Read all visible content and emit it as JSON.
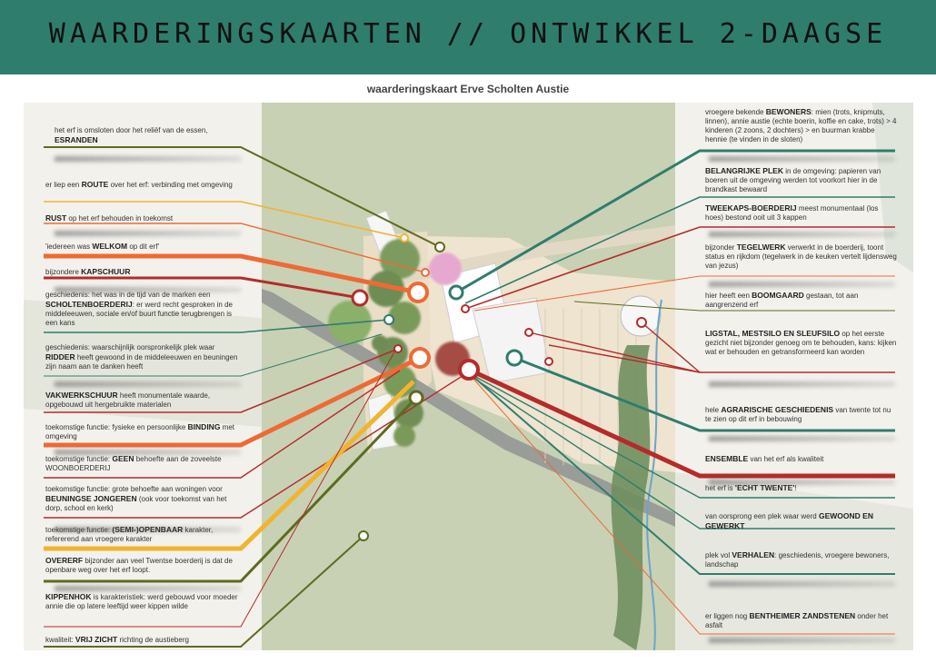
{
  "title": "WAARDERINGSKAARTEN // ONTWIKKEL 2-DAAGSE",
  "subtitle": "waarderingskaart Erve Scholten Austie",
  "colors": {
    "header_bg": "#2f7d6d",
    "olive": "#5e6b1f",
    "yellow": "#f1b430",
    "orange": "#ee6a35",
    "red": "#b52b2b",
    "teal": "#2f7d6d"
  },
  "labels_left": [
    {
      "pre": "het erf is omsloten door het reliëf van de essen,",
      "kw": "ESRANDEN",
      "post": "",
      "color": "olive"
    },
    {
      "pre": "er liep een",
      "kw": "ROUTE",
      "post": "over het erf: verbinding met omgeving",
      "color": "yellow"
    },
    {
      "pre": "",
      "kw": "RUST",
      "post": "op het erf behouden in toekomst",
      "color": "orange"
    },
    {
      "pre": "'iedereen was",
      "kw": "WELKOM",
      "post": "op dit erf'",
      "color": "orange"
    },
    {
      "pre": "bijzondere",
      "kw": "KAPSCHUUR",
      "post": "",
      "color": "red"
    },
    {
      "pre": "geschiedenis: het was in de tijd van de marken een",
      "kw": "SCHOLTENBOERDERIJ",
      "post": ": er werd recht gesproken in de middeleeuwen, sociale en/of buurt functie terugbrengen is een kans",
      "color": "teal"
    },
    {
      "pre": "geschiedenis: waarschijnlijk oorspronkelijk plek waar",
      "kw": "RIDDER",
      "post": "heeft gewoond in de middeleeuwen en beuningen zijn naam aan te danken heeft",
      "color": "teal"
    },
    {
      "pre": "",
      "kw": "VAKWERKSCHUUR",
      "post": "heeft monumentale waarde, opgebouwd uit hergebruikte materialen",
      "color": "red"
    },
    {
      "pre": "toekomstige functie: fysieke en persoonlijke",
      "kw": "BINDING",
      "post": "met omgeving",
      "color": "orange"
    },
    {
      "pre": "toekomstige functie:",
      "kw": "GEEN",
      "post": "behoefte aan de zoveelste WOONBOERDERIJ",
      "color": "red"
    },
    {
      "pre": "toekomstige functie: grote behoefte aan woningen voor",
      "kw": "BEUNINGSE JONGEREN",
      "post": "(ook voor toekomst van het dorp, school en kerk)",
      "color": "red"
    },
    {
      "pre": "toekomstige functie:",
      "kw": "(SEMI-)OPENBAAR",
      "post": "karakter, refererend aan vroegere karakter",
      "color": "yellow"
    },
    {
      "pre": "",
      "kw": "OVERERF",
      "post": "bijzonder aan veel Twentse boerderij is dat de openbare weg over het erf loopt.",
      "color": "olive"
    },
    {
      "pre": "",
      "kw": "KIPPENHOK",
      "post": "is karakteristiek: werd gebouwd voor moeder annie die op latere leeftijd weer kippen wilde",
      "color": "red"
    },
    {
      "pre": "kwaliteit:",
      "kw": "VRIJ ZICHT",
      "post": "richting de austieberg",
      "color": "olive"
    }
  ],
  "labels_right": [
    {
      "pre": "vroegere bekende",
      "kw": "BEWONERS",
      "post": ": mien (trots, knipmuts, linnen), annie austie (echte boerin, koffie en cake, trots) > 4 kinderen (2 zoons, 2 dochters) > en buurman krabbe hennie (te vinden in de sloten)",
      "color": "teal"
    },
    {
      "pre": "",
      "kw": "BELANGRIJKE PLEK",
      "post": "in de omgeving: papieren van boeren uit de omgeving werden tot voorkort hier in de brandkast bewaard",
      "color": "teal"
    },
    {
      "pre": "",
      "kw": "TWEEKAPS-BOERDERIJ",
      "post": "meest monumentaal (los hoes) bestond ooit uit 3 kappen",
      "color": "red"
    },
    {
      "pre": "bijzonder",
      "kw": "TEGELWERK",
      "post": "verwerkt in de boerderij, toont status en rijkdom (tegelwerk in de keuken vertelt lijdensweg van jezus)",
      "color": "orange"
    },
    {
      "pre": "hier heeft een",
      "kw": "BOOMGAARD",
      "post": "gestaan, tot aan aangrenzend erf",
      "color": "olive"
    },
    {
      "pre": "",
      "kw": "LIGSTAL, MESTSILO EN SLEUFSILO",
      "post": "op het eerste gezicht niet bijzonder genoeg om te behouden, kans: kijken wat er behouden en getransformeerd kan worden",
      "color": "red"
    },
    {
      "pre": "hele",
      "kw": "AGRARISCHE GESCHIEDENIS",
      "post": "van twente tot nu te zien op dit erf in bebouwing",
      "color": "teal"
    },
    {
      "pre": "",
      "kw": "ENSEMBLE",
      "post": "van het erf als kwaliteit",
      "color": "red"
    },
    {
      "pre": "het erf is",
      "kw": "'ECHT TWENTE'",
      "post": "!",
      "color": "teal"
    },
    {
      "pre": "van oorsprong een plek waar werd",
      "kw": "GEWOOND EN GEWERKT",
      "post": "",
      "color": "teal"
    },
    {
      "pre": "plek vol",
      "kw": "VERHALEN",
      "post": ": geschiedenis, vroegere bewoners, landschap",
      "color": "teal"
    },
    {
      "pre": "er liggen nog",
      "kw": "BENTHEIMER ZANDSTENEN",
      "post": "onder het asfalt",
      "color": "orange"
    }
  ]
}
